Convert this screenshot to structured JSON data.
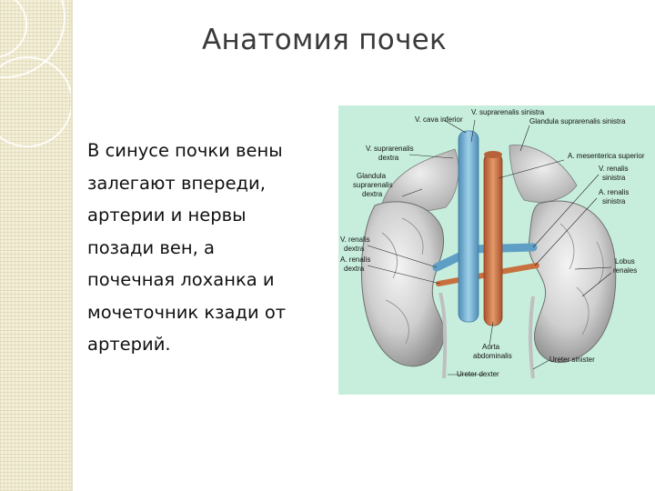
{
  "slide": {
    "title": "Анатомия почек",
    "body": "В синусе почки вены\nзалегают впереди,\nартерии и нервы\nпозади вен, а\nпочечная лоханка и\nмочеточник кзади от\nартерий."
  },
  "figure": {
    "labels": {
      "v_suprarenalis_sinistra": "V. suprarenalis sinistra",
      "v_cava_inferior": "V. cava inferior",
      "glandula_suprarenalis_sinistra": "Glandula suprarenalis sinistra",
      "v_suprarenalis": "V. suprarenalis",
      "dextra_1": "dextra",
      "a_mesenterica_superior": "A. mesenterica superior",
      "glandula": "Glandula",
      "suprarenalis": "suprarenalis",
      "dextra_2": "dextra",
      "v_renalis_sin": "V. renalis",
      "sinistra_1": "sinistra",
      "a_renalis_sin": "A. renalis",
      "sinistra_2": "sinistra",
      "v_renalis_dex": "V. renalis",
      "dextra_3": "dextra",
      "a_renalis_dex": "A. renalis",
      "dextra_4": "dextra",
      "lobus": "Lobus",
      "renales": "renales",
      "aorta": "Aorta",
      "abdominalis": "abdominalis",
      "ureter_sinister": "Ureter sinister",
      "ureter_dexter": "Ureter dexter"
    }
  }
}
